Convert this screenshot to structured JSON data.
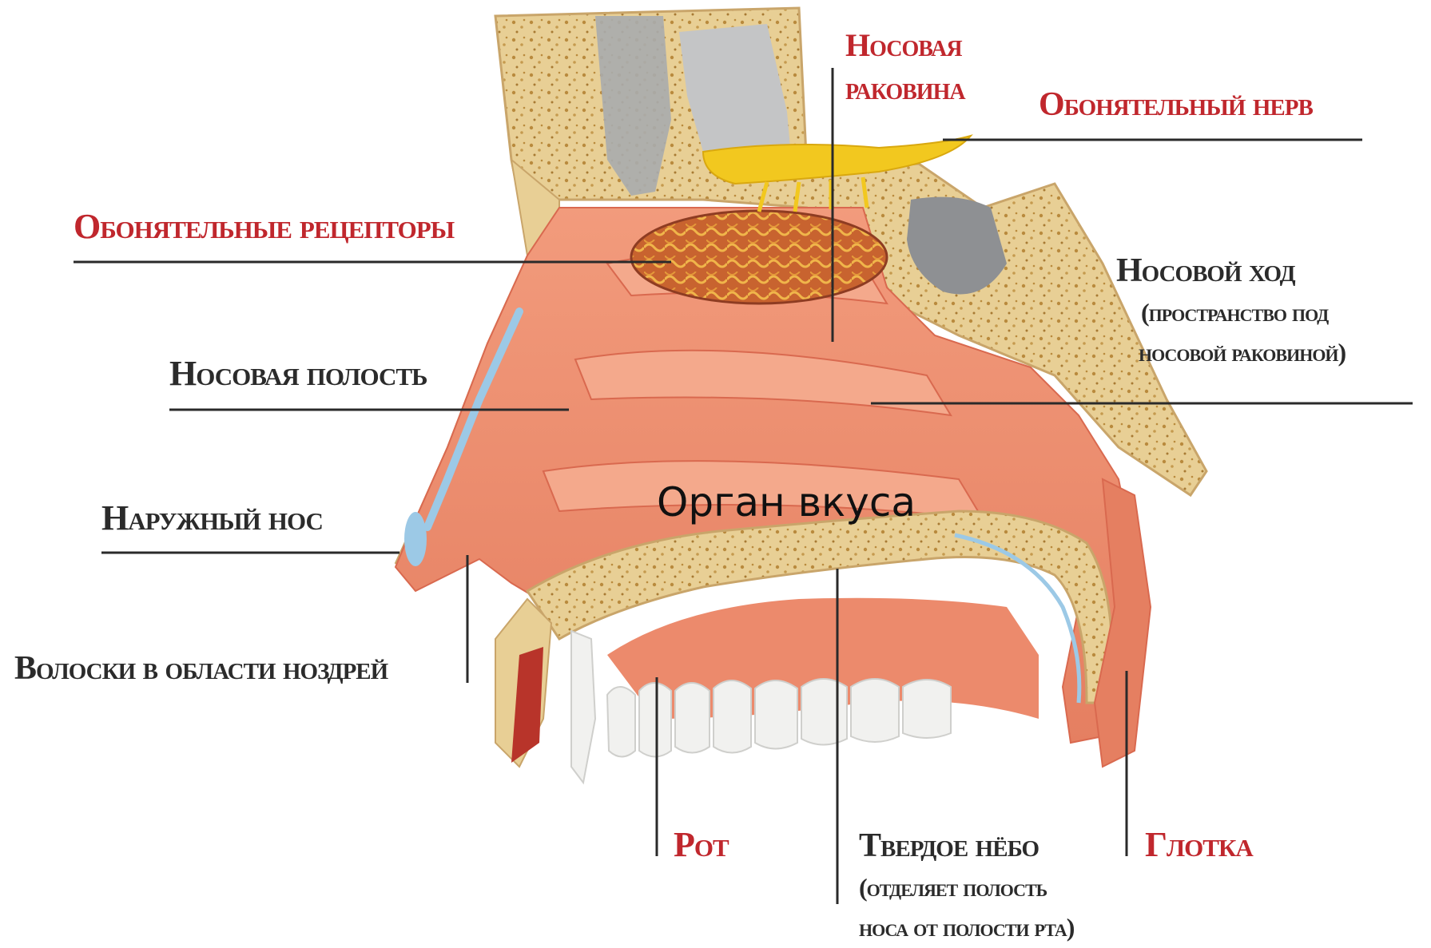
{
  "diagram": {
    "labels": {
      "nasal_concha_1": "Носовая",
      "nasal_concha_2": "раковина",
      "olfactory_nerve": "Обонятельный нерв",
      "olfactory_receptors": "Обонятельные рецепторы",
      "nasal_passage": "Носовой ход",
      "nasal_passage_note_1": "(пространство под",
      "nasal_passage_note_2": "носовой раковиной)",
      "nasal_cavity": "Носовая полость",
      "external_nose": "Наружный нос",
      "nostril_hairs": "Волоски в области ноздрей",
      "mouth": "Рот",
      "hard_palate": "Твердое нёбо",
      "hard_palate_note_1": "(отделяет полость",
      "hard_palate_note_2": "носа от полости рта)",
      "pharynx": "Глотка",
      "taste_organ": "Орган вкуса"
    },
    "colors": {
      "label_red": "#c0272d",
      "label_dark": "#2b2b2b",
      "bone": "#e8cf95",
      "bone_spots": "#b98a3d",
      "mucosa": "#ec8a6c",
      "mucosa_light": "#f4a98c",
      "mucosa_dark": "#d9694f",
      "nerve": "#f2c81f",
      "cartilage_blue": "#9cc9e6",
      "teeth": "#f1f1ef",
      "sinus_gray": "#a9abad"
    }
  }
}
